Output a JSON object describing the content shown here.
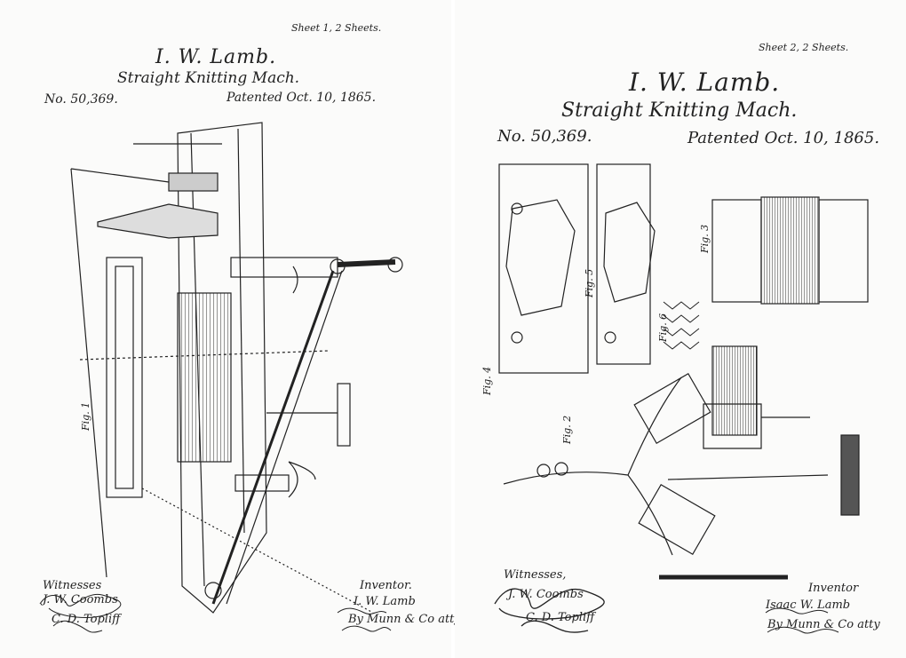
{
  "sheets": [
    {
      "sheet_note": "Sheet 1, 2 Sheets.",
      "inventor_name": "I. W. Lamb.",
      "title": "Straight Knitting Mach.",
      "patent_number": "No. 50,369.",
      "patent_date": "Patented Oct. 10, 1865.",
      "figures": [
        "Fig. 1"
      ],
      "witnesses_label": "Witnesses",
      "witness_signatures": [
        "J. W. Coombs",
        "C. D. Topliff"
      ],
      "inventor_label": "Inventor.",
      "inventor_signature": "I. W. Lamb",
      "attorney_signature": "By Munn & Co atty"
    },
    {
      "sheet_note": "Sheet 2, 2 Sheets.",
      "inventor_name": "I. W. Lamb.",
      "title": "Straight Knitting Mach.",
      "patent_number": "No. 50,369.",
      "patent_date": "Patented Oct. 10, 1865.",
      "figures": [
        "Fig. 2",
        "Fig. 3",
        "Fig. 4",
        "Fig. 5",
        "Fig. 6"
      ],
      "witnesses_label": "Witnesses,",
      "witness_signatures": [
        "J. W. Coombs",
        "C. D. Topliff"
      ],
      "inventor_label": "Inventor",
      "inventor_signature": "Isaac W. Lamb",
      "attorney_signature": "By Munn & Co atty"
    }
  ]
}
